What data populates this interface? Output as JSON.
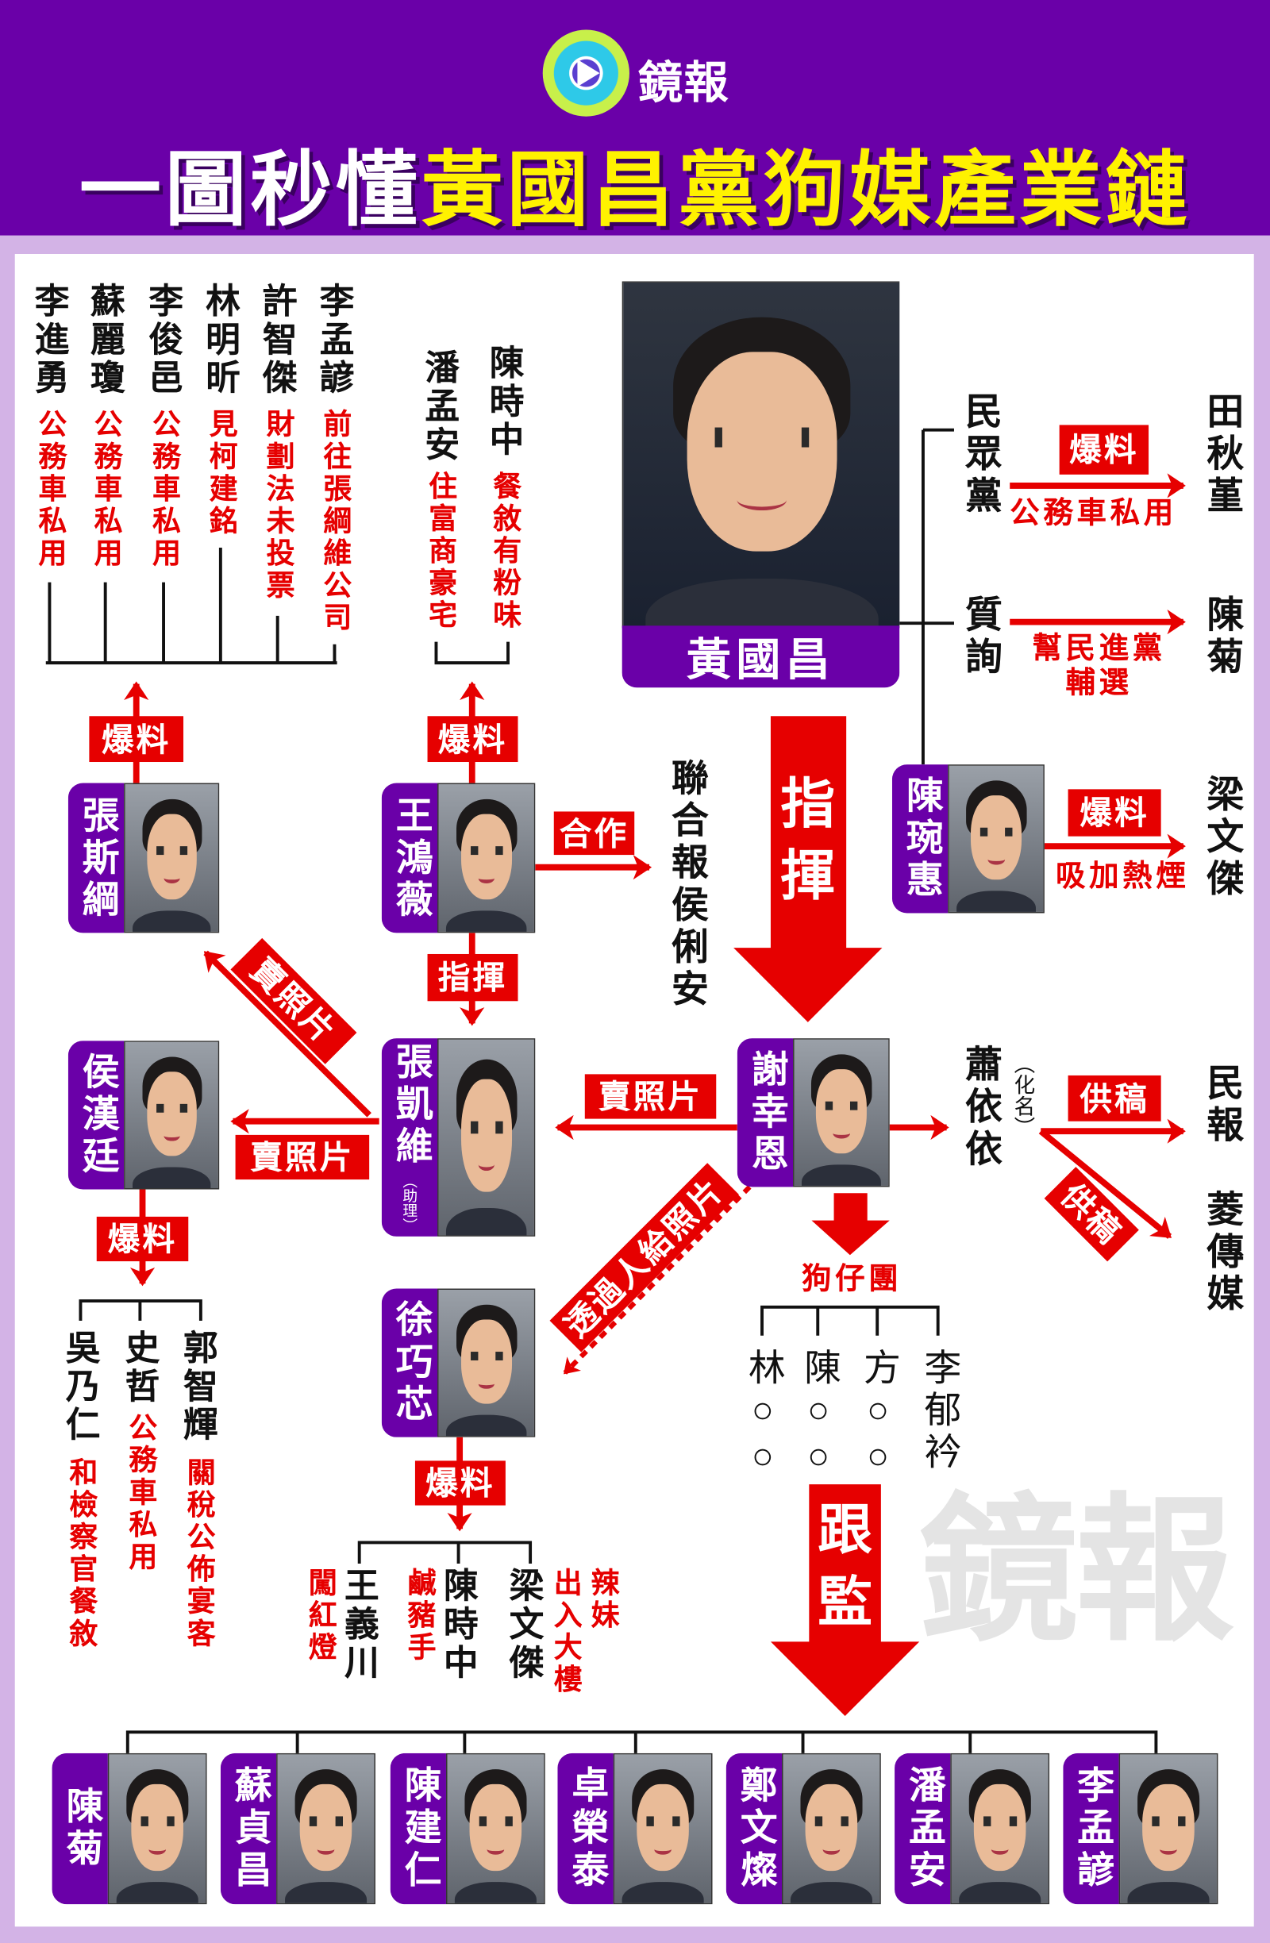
{
  "header": {
    "logo_text": "鏡報",
    "title_white": "一圖秒懂",
    "title_yellow": "黃國昌黨狗媒產業鏈"
  },
  "colors": {
    "header_purple": "#6a00a8",
    "border_lavender": "#d3b3e6",
    "accent_red": "#e60000",
    "title_yellow": "#fff200"
  },
  "top_left_group": [
    {
      "name": "李進勇",
      "note": "公務車私用"
    },
    {
      "name": "蘇麗瓊",
      "note": "公務車私用"
    },
    {
      "name": "李俊邑",
      "note": "公務車私用"
    },
    {
      "name": "林明昕",
      "note": "見柯建銘"
    },
    {
      "name": "許智傑",
      "note": "財劃法未投票"
    },
    {
      "name": "李孟諺",
      "note": "前往張綱維公司"
    }
  ],
  "chen_pan_group": [
    {
      "name": "潘孟安",
      "note": "住富商豪宅"
    },
    {
      "name": "陳時中",
      "note": "餐敘有粉味"
    }
  ],
  "cards": {
    "huang": "黃國昌",
    "zhang_sigang": "張斯綱",
    "wang_hongwei": "王鴻薇",
    "zhang_kaiwei": "張凱維",
    "zhang_kaiwei_note": "（助理）",
    "hou_hanting": "侯漢廷",
    "xu_qiaoxin": "徐巧芯",
    "xie_xingen": "謝幸恩",
    "chen_wanhui": "陳琬惠"
  },
  "labels": {
    "baoliao": "爆料",
    "cooperate": "合作",
    "command": "指揮",
    "sell_photos": "賣照片",
    "supply": "供稿",
    "via_person": "透過人給照片",
    "big_command_1": "指",
    "big_command_2": "揮",
    "surveil_1": "跟",
    "surveil_2": "監",
    "paparazzi": "狗仔團"
  },
  "udn_reporter": "聯合報侯俐安",
  "right_branch": {
    "tpp": "民眾黨",
    "tpp_target": "田秋堇",
    "tpp_note": "公務車私用",
    "inquiry": "質詢",
    "inquiry_target": "陳菊",
    "inquiry_note_1": "幫民進黨",
    "inquiry_note_2": "輔選",
    "chen_target": "梁文傑",
    "chen_note": "吸加熱煙"
  },
  "xiao": {
    "name": "蕭依依",
    "alias": "（化名）",
    "outlet_1": "民報",
    "outlet_2": "菱傳媒"
  },
  "hou_group": [
    {
      "name": "吳乃仁",
      "note": "和檢察官餐敘"
    },
    {
      "name": "史哲",
      "note": "公務車私用"
    },
    {
      "name": "郭智輝",
      "note": "關稅公佈宴客"
    }
  ],
  "xu_group": [
    {
      "name": "王義川",
      "note": "闖紅燈"
    },
    {
      "name": "陳時中",
      "note": "鹹豬手"
    },
    {
      "name": "梁文傑",
      "note_1": "辣妹",
      "note_2": "出入大樓"
    }
  ],
  "paparazzi_members": [
    "林○○",
    "陳○○",
    "方○○",
    "李郁衿"
  ],
  "surveillance_targets": [
    "陳菊",
    "蘇貞昌",
    "陳建仁",
    "卓榮泰",
    "鄭文燦",
    "潘孟安",
    "李孟諺"
  ],
  "watermark": "鏡報"
}
